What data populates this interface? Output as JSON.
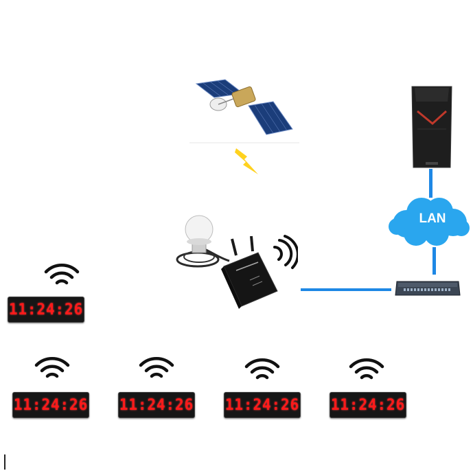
{
  "network": {
    "lan_label": "LAN",
    "link_color": "#1e88e5",
    "cloud_color": "#2aa6ee"
  },
  "icons": {
    "satellite": "satellite-icon",
    "lightning": "lightning-icon",
    "server": "server-tower-icon",
    "switch": "network-switch-icon",
    "antenna": "gps-antenna-icon",
    "router": "router-device-icon",
    "wifi": "wifi-icon"
  },
  "clocks": [
    {
      "time": "11:24:26"
    },
    {
      "time": "11:24:26"
    },
    {
      "time": "11:24:26"
    },
    {
      "time": "11:24:26"
    },
    {
      "time": "11:24:26"
    }
  ],
  "colors": {
    "clock_digits": "#ff1a1a",
    "clock_body": "#161616",
    "lightning": "#ffd21f"
  }
}
